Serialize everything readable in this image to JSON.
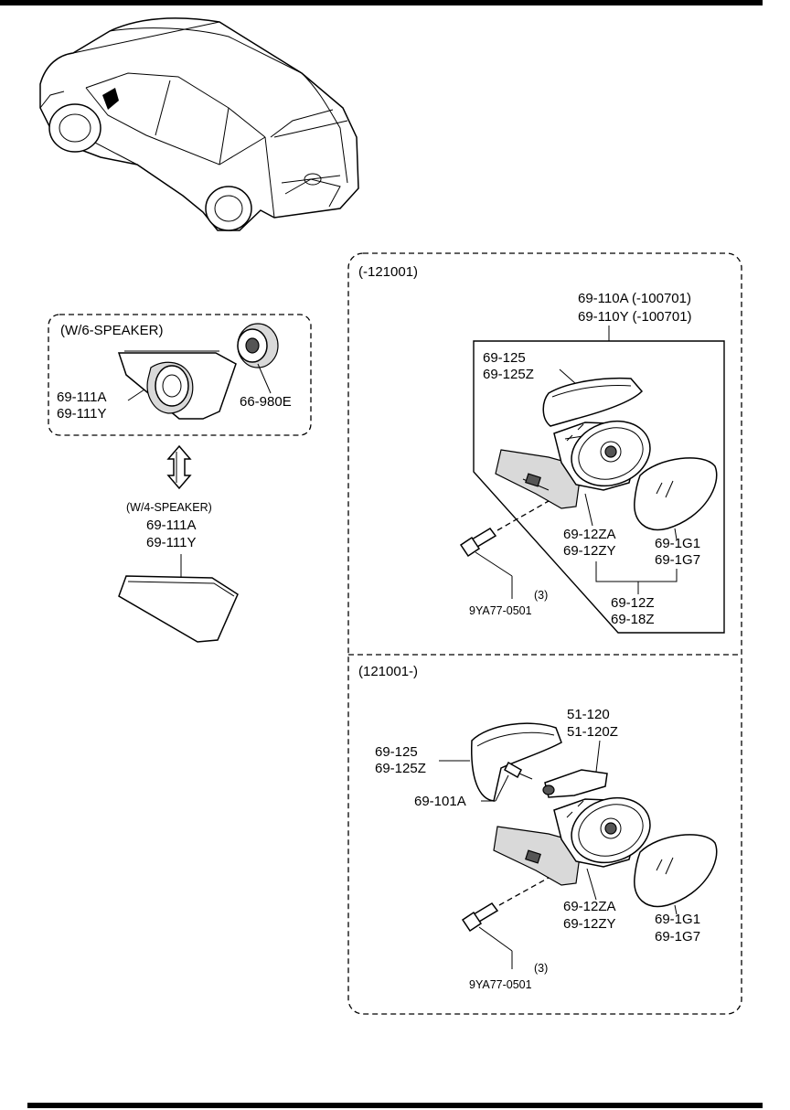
{
  "speaker_box": {
    "title": "(W/6-SPEAKER)",
    "cover_parts": [
      "69-111A",
      "69-111Y"
    ],
    "tweeter_part": "66-980E"
  },
  "four_speaker": {
    "title": "(W/4-SPEAKER)",
    "cover_parts": [
      "69-111A",
      "69-111Y"
    ]
  },
  "early": {
    "range": "(-121001)",
    "assembly": [
      "69-110A (-100701)",
      "69-110Y (-100701)"
    ],
    "cap": [
      "69-125",
      "69-125Z"
    ],
    "housing": [
      "69-12ZA",
      "69-12ZY"
    ],
    "glass": [
      "69-1G1",
      "69-1G7"
    ],
    "set": [
      "69-12Z",
      "69-18Z"
    ],
    "bolt_qty": "(3)",
    "bolt": "9YA77-0501"
  },
  "late": {
    "range": "(121001-)",
    "bracket": [
      "51-120",
      "51-120Z"
    ],
    "cap": [
      "69-125",
      "69-125Z"
    ],
    "screw": "69-101A",
    "housing": [
      "69-12ZA",
      "69-12ZY"
    ],
    "glass": [
      "69-1G1",
      "69-1G7"
    ],
    "bolt_qty": "(3)",
    "bolt": "9YA77-0501"
  }
}
